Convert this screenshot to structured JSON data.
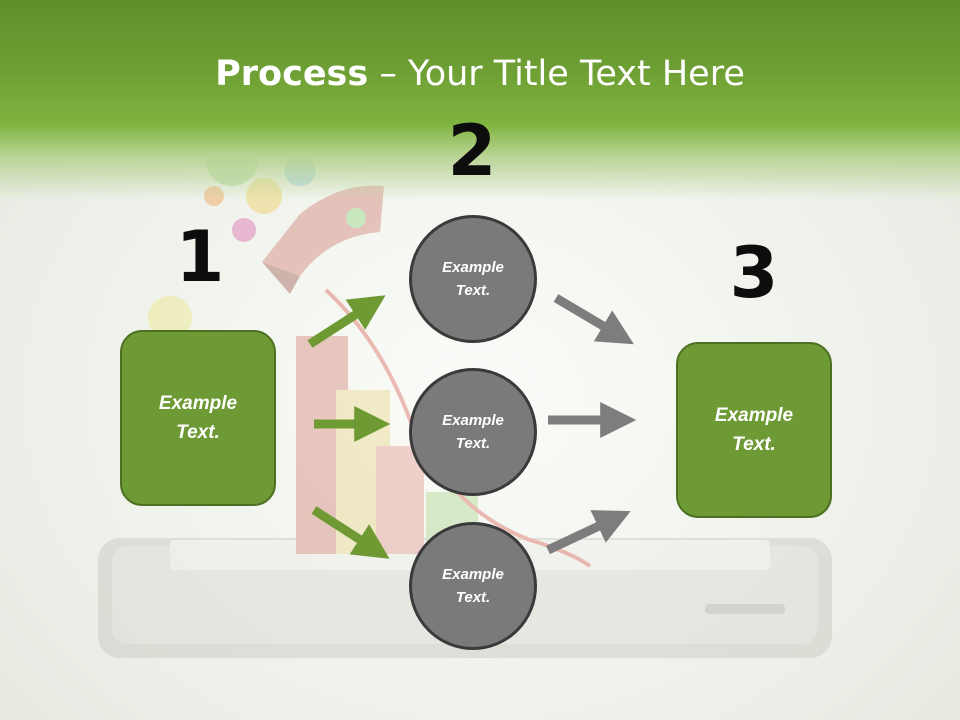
{
  "slide": {
    "title_bold": "Process",
    "title_rest": " – Your Title Text Here"
  },
  "steps": {
    "one": "1",
    "two": "2",
    "three": "3"
  },
  "boxes": {
    "left": "Example\nText.",
    "right": "Example\nText."
  },
  "circles": {
    "top": "Example\nText.",
    "middle": "Example\nText.",
    "bottom": "Example\nText."
  },
  "colors": {
    "header_green": "#6e9f34",
    "box_green": "#6e9a35",
    "arrow_green": "#6f9a33",
    "circle_gray": "#7a7a7a",
    "arrow_gray": "#7d7d7d"
  }
}
